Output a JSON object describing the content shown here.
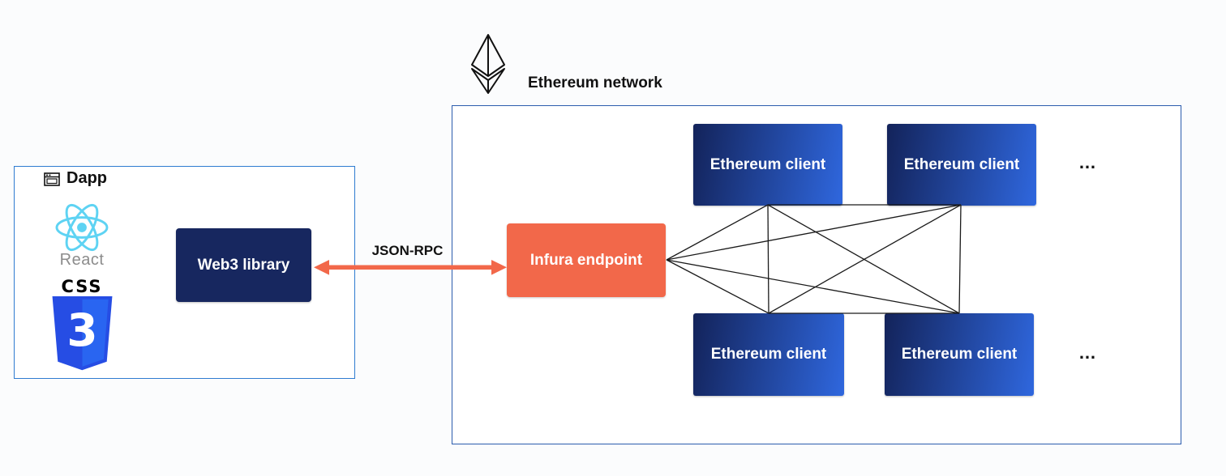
{
  "dapp": {
    "title": "Dapp",
    "stack": {
      "react_label": "React",
      "css_wordmark": "CSS",
      "css_number": "3"
    },
    "web3_label": "Web3 library"
  },
  "link": {
    "label": "JSON-RPC"
  },
  "network": {
    "title": "Ethereum network",
    "infura_label": "Infura endpoint",
    "clients": [
      {
        "label": "Ethereum client"
      },
      {
        "label": "Ethereum client"
      },
      {
        "label": "Ethereum client"
      },
      {
        "label": "Ethereum client"
      }
    ],
    "ellipsis_top": "…",
    "ellipsis_bottom": "…"
  },
  "icons": {
    "dapp_window_icon": "browser-window",
    "react_logo_icon": "react-atom",
    "css3_shield_icon": "css3-shield",
    "ethereum_logo_icon": "ethereum-diamond"
  },
  "colors": {
    "arrow": "#f2684a",
    "infura_bg": "#f2684a",
    "web3_bg": "#17275f",
    "client_gradient_start": "#13235a",
    "client_gradient_end": "#2f67de",
    "dapp_border": "#2f7cd0",
    "network_border": "#2b5cad",
    "react_cyan": "#5ed3f3",
    "css_blue": "#264de4",
    "css_blue_light": "#2965f1",
    "mesh_line": "#1a1a1a"
  }
}
